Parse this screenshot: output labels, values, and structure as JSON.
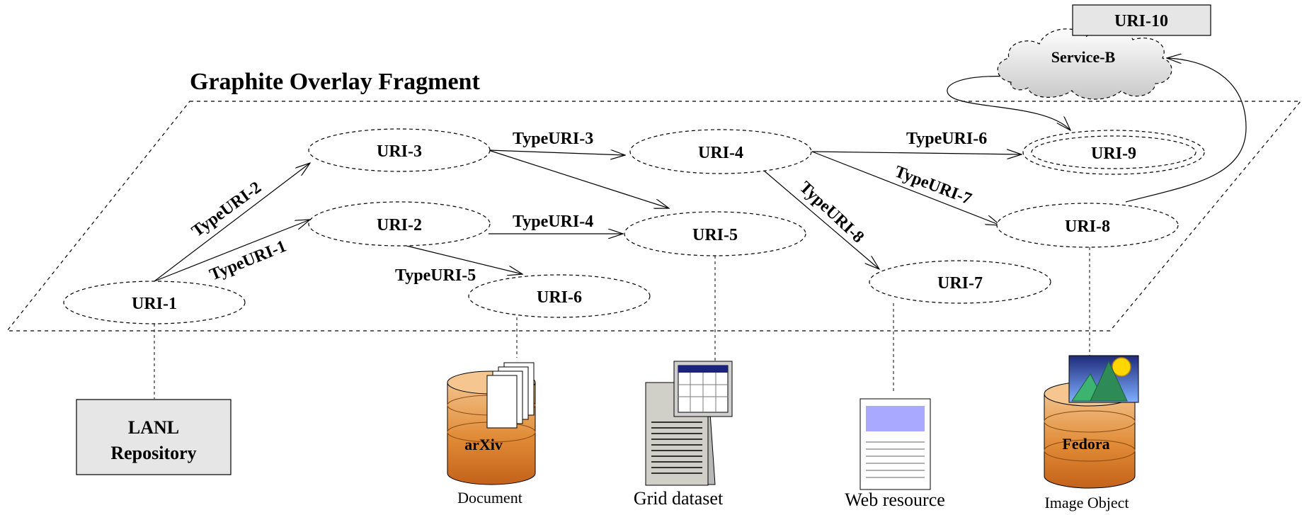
{
  "title": "Graphite Overlay Fragment",
  "nodes": {
    "uri1": "URI-1",
    "uri2": "URI-2",
    "uri3": "URI-3",
    "uri4": "URI-4",
    "uri5": "URI-5",
    "uri6": "URI-6",
    "uri7": "URI-7",
    "uri8": "URI-8",
    "uri9": "URI-9",
    "uri10": "URI-10"
  },
  "edges": {
    "e1": "TypeURI-1",
    "e2": "TypeURI-2",
    "e3": "TypeURI-3",
    "e4": "TypeURI-4",
    "e5": "TypeURI-5",
    "e6": "TypeURI-6",
    "e7": "TypeURI-7",
    "e8": "TypeURI-8"
  },
  "service": "Service-B",
  "repository": {
    "line1": "LANL",
    "line2": "Repository"
  },
  "resources": {
    "arxiv_label": "arXiv",
    "document": "Document",
    "grid": "Grid dataset",
    "web": "Web resource",
    "fedora_label": "Fedora",
    "image": "Image Object"
  },
  "colors": {
    "cylinder": "#d9781e",
    "cylinder_light": "#f6c690",
    "box_fill": "#e6e6e6",
    "web_block": "#a9a9ff",
    "image_sky": "#2e3d99",
    "image_sun": "#ffd700",
    "image_mountain": "#2e8b57",
    "server_table_header": "#1a237e"
  }
}
